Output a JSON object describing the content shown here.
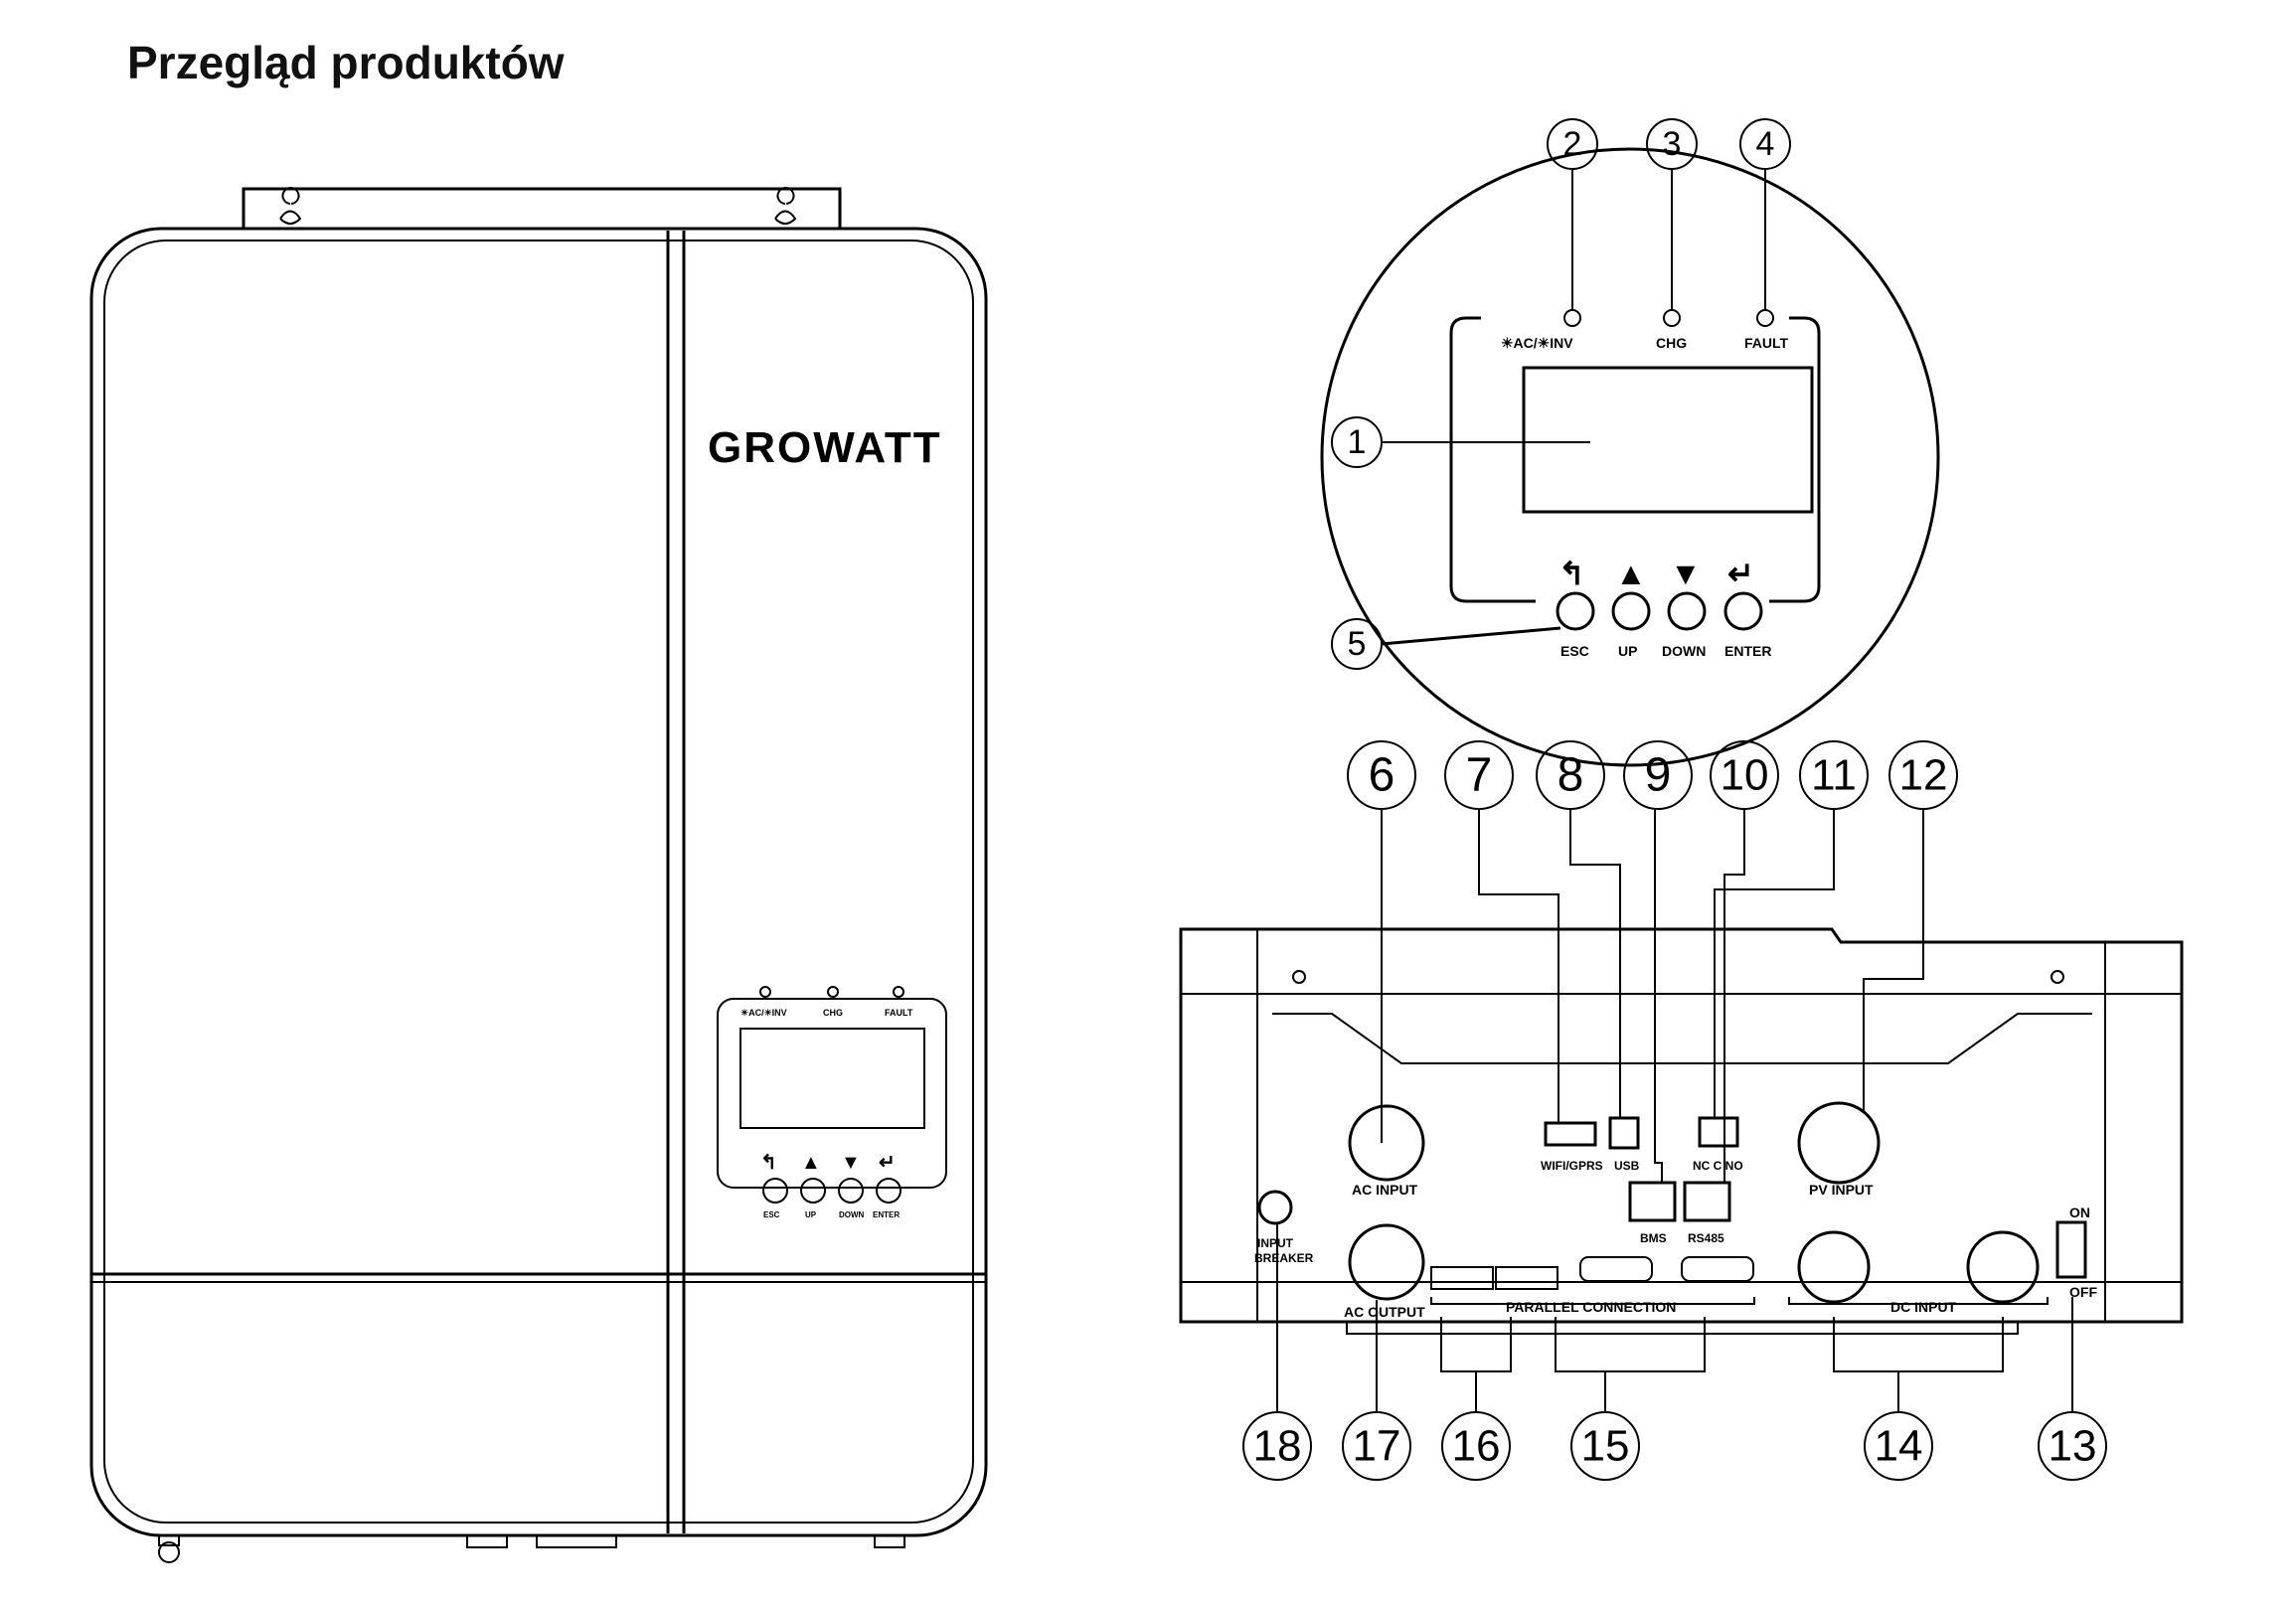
{
  "title": "Przegląd produktów",
  "brand": "GROWATT",
  "panel": {
    "leds": [
      "☀AC/☀INV",
      "CHG",
      "FAULT"
    ],
    "buttons": [
      "ESC",
      "UP",
      "DOWN",
      "ENTER"
    ]
  },
  "bottom_labels": {
    "ac_input": "AC INPUT",
    "wifi": "WIFI/GPRS",
    "usb": "USB",
    "nc_c_no": "NC  C  NO",
    "pv_input": "PV INPUT",
    "bms": "BMS",
    "rs485": "RS485",
    "input_breaker_1": "INPUT",
    "input_breaker_2": "BREAKER",
    "ac_output": "AC OUTPUT",
    "parallel": "PARALLEL  CONNECTION",
    "dc_input": "DC INPUT",
    "on": "ON",
    "off": "OFF"
  },
  "callouts": [
    "1",
    "2",
    "3",
    "4",
    "5",
    "6",
    "7",
    "8",
    "9",
    "10",
    "11",
    "12",
    "13",
    "14",
    "15",
    "16",
    "17",
    "18"
  ],
  "colors": {
    "stroke": "#000000",
    "background": "#ffffff"
  }
}
